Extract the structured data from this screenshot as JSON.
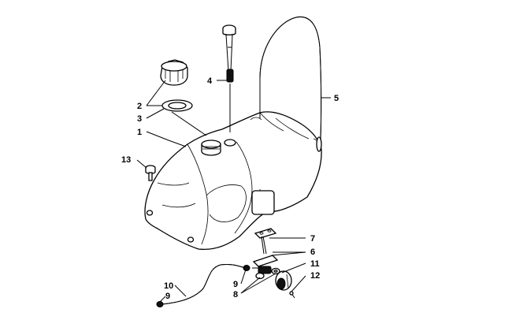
{
  "callouts": [
    {
      "key": "c1",
      "text": "1"
    },
    {
      "key": "c2",
      "text": "2"
    },
    {
      "key": "c3",
      "text": "3"
    },
    {
      "key": "c4",
      "text": "4"
    },
    {
      "key": "c5",
      "text": "5"
    },
    {
      "key": "c6",
      "text": "6"
    },
    {
      "key": "c7",
      "text": "7"
    },
    {
      "key": "c8",
      "text": "8"
    },
    {
      "key": "c9a",
      "text": "9"
    },
    {
      "key": "c9b",
      "text": "9"
    },
    {
      "key": "c10",
      "text": "10"
    },
    {
      "key": "c11",
      "text": "11"
    },
    {
      "key": "c12",
      "text": "12"
    },
    {
      "key": "c13",
      "text": "13"
    }
  ]
}
